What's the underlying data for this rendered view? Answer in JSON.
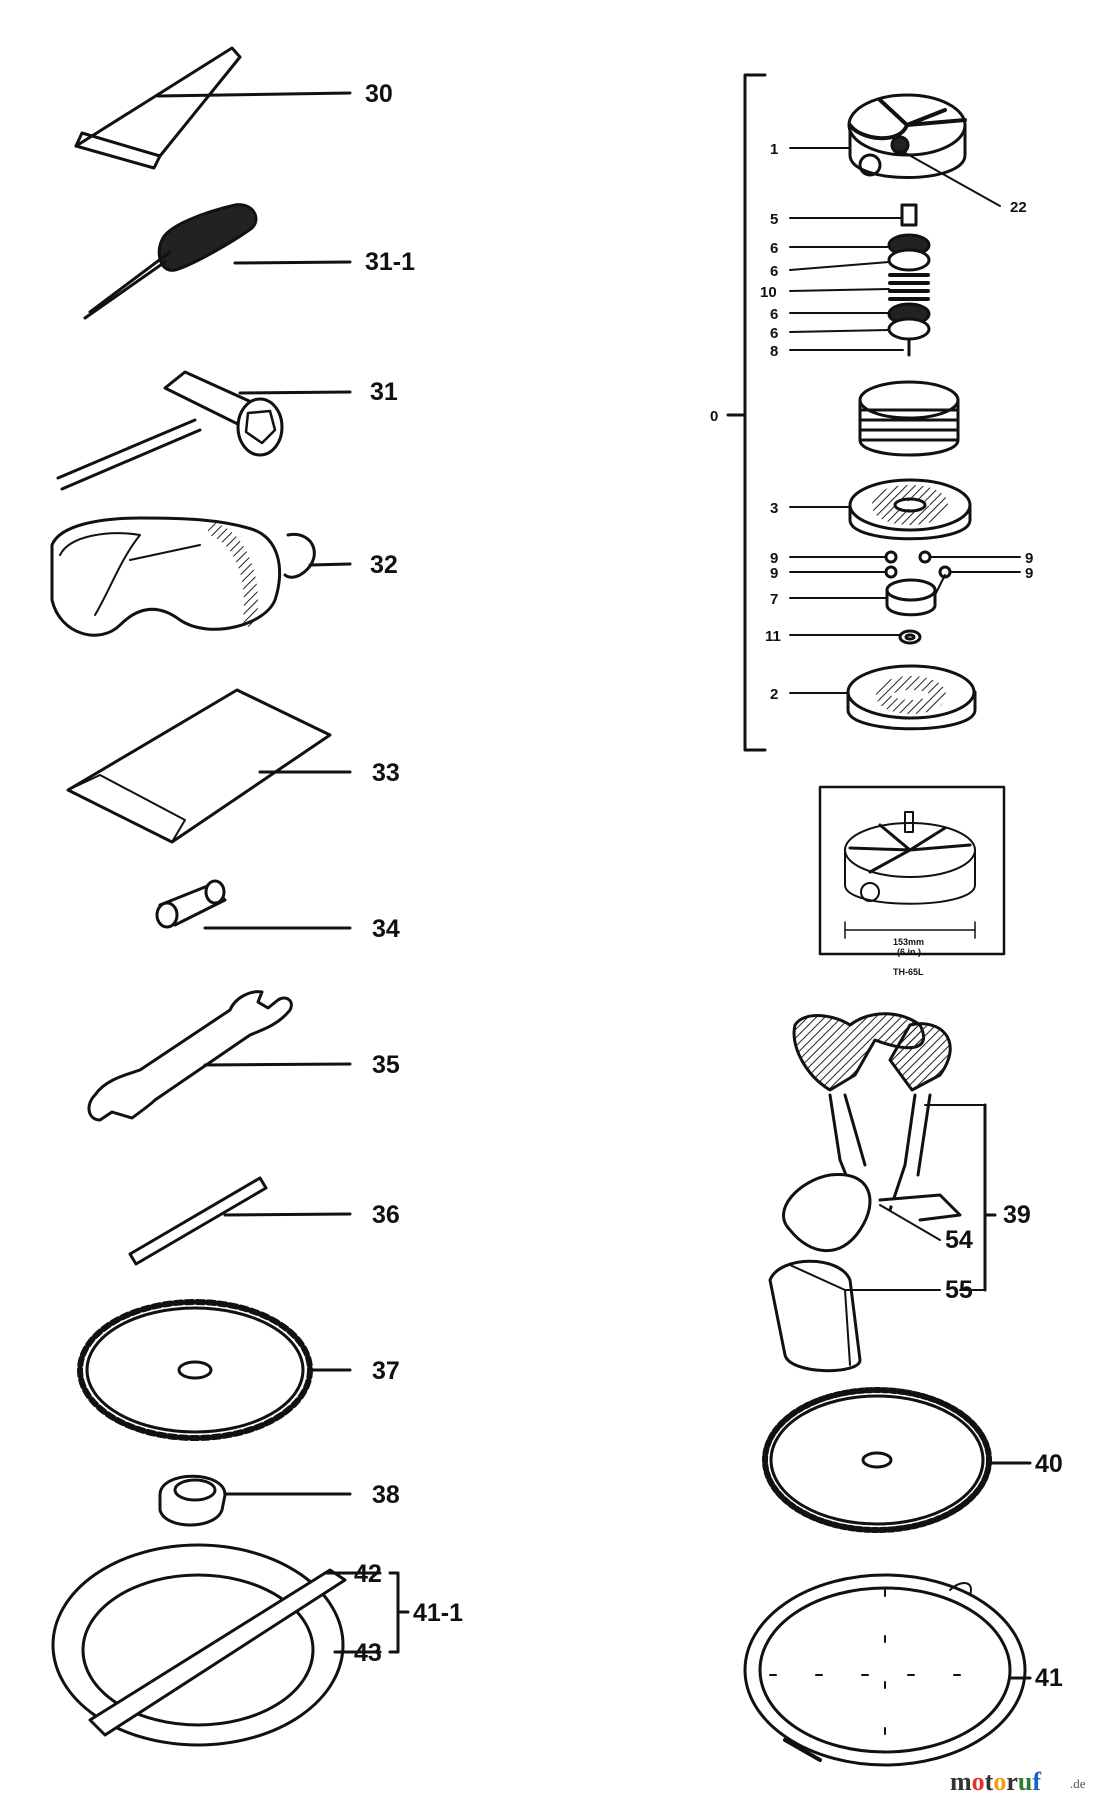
{
  "labels": {
    "l30": "30",
    "l31_1": "31-1",
    "l31": "31",
    "l32": "32",
    "l33": "33",
    "l34": "34",
    "l35": "35",
    "l36": "36",
    "l37": "37",
    "l38": "38",
    "l42": "42",
    "l43": "43",
    "l41_1": "41-1",
    "l1": "1",
    "l22": "22",
    "l5": "5",
    "l6a": "6",
    "l6b": "6",
    "l10": "10",
    "l6c": "6",
    "l6d": "6",
    "l8": "8",
    "l0": "0",
    "l3": "3",
    "l9a": "9",
    "l9b": "9",
    "l9c": "9",
    "l9d": "9",
    "l7": "7",
    "l11": "11",
    "l2": "2",
    "l39": "39",
    "l54": "54",
    "l55": "55",
    "l40": "40",
    "l41": "41"
  },
  "inset": {
    "dimension": "153mm",
    "dimension_sub": "(6 in.)",
    "model": "TH-65L"
  },
  "watermark": {
    "brand": "motoruf",
    "tld": ".de",
    "colors": [
      "#e4312b",
      "#f39c12",
      "#2e7d32",
      "#1565c0"
    ]
  }
}
